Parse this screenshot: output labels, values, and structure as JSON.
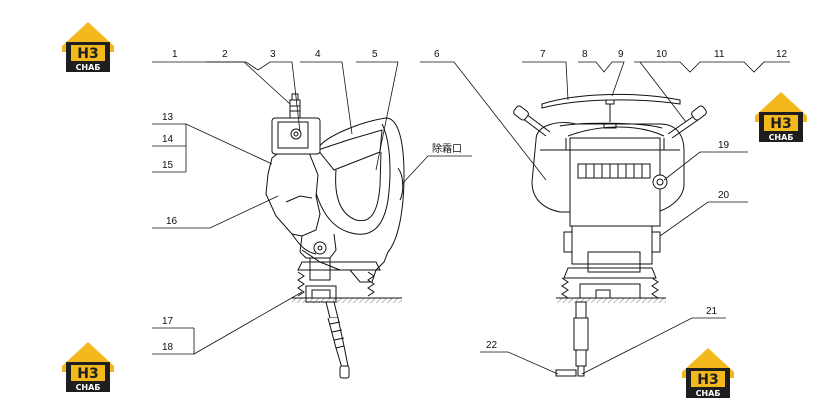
{
  "diagram": {
    "note_label": "除霜口",
    "callouts": [
      "1",
      "2",
      "3",
      "4",
      "5",
      "6",
      "7",
      "8",
      "9",
      "10",
      "11",
      "12",
      "13",
      "14",
      "15",
      "16",
      "17",
      "18",
      "19",
      "20",
      "21",
      "22"
    ]
  },
  "watermark": {
    "brand_text": "CHAБ",
    "monogram": "H3",
    "colors": {
      "yellow": "#f3b81d",
      "dark": "#1e1e1e",
      "white": "#ffffff"
    }
  },
  "colors": {
    "line": "#111111",
    "ground": "#9a9a9a"
  }
}
